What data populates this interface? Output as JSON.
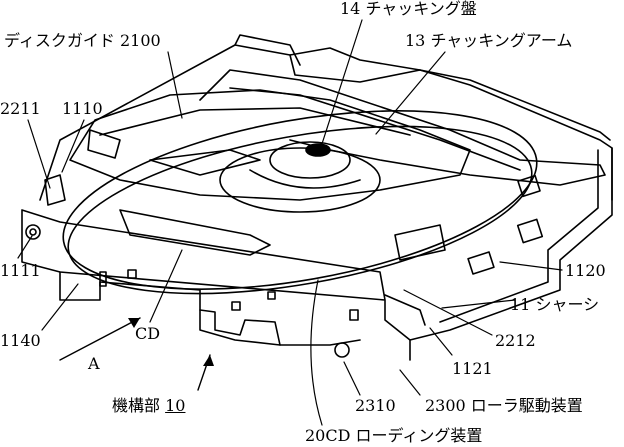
{
  "figure": {
    "labels": {
      "chucking_disc": "14 チャッキング盤",
      "disc_guide": "ディスクガイド 2100",
      "chucking_arm": "13 チャッキングアーム",
      "ref_2211": "2211",
      "ref_1110": "1110",
      "ref_1111": "1111",
      "ref_1140": "1140",
      "ref_A": "A",
      "ref_CD": "CD",
      "ref_1120": "1120",
      "chassis": "11 シャーシ",
      "ref_2212": "2212",
      "ref_1121": "1121",
      "ref_2310": "2310",
      "roller_drive": "2300 ローラ駆動装置",
      "mechanism_text": "機構部",
      "mechanism_num": "10",
      "cd_loading": "20CD ローディング装置"
    }
  }
}
